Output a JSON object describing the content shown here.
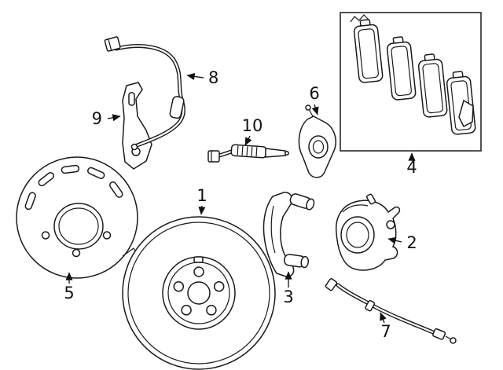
{
  "diagram": {
    "type": "exploded-parts-diagram",
    "subject": "disc-brake-assembly",
    "background_color": "#ffffff",
    "line_color": "#1a1a1a",
    "label_color": "#111111",
    "labels": [
      {
        "number": "1",
        "part": "brake-disc-rotor"
      },
      {
        "number": "2",
        "part": "brake-caliper"
      },
      {
        "number": "3",
        "part": "caliper-mounting-bracket"
      },
      {
        "number": "4",
        "part": "brake-pad-set"
      },
      {
        "number": "5",
        "part": "splash-shield"
      },
      {
        "number": "6",
        "part": "support-bracket"
      },
      {
        "number": "7",
        "part": "brake-hose"
      },
      {
        "number": "8",
        "part": "abs-speed-sensor"
      },
      {
        "number": "9",
        "part": "sensor-bracket"
      },
      {
        "number": "10",
        "part": "pad-wear-sensor"
      }
    ]
  }
}
